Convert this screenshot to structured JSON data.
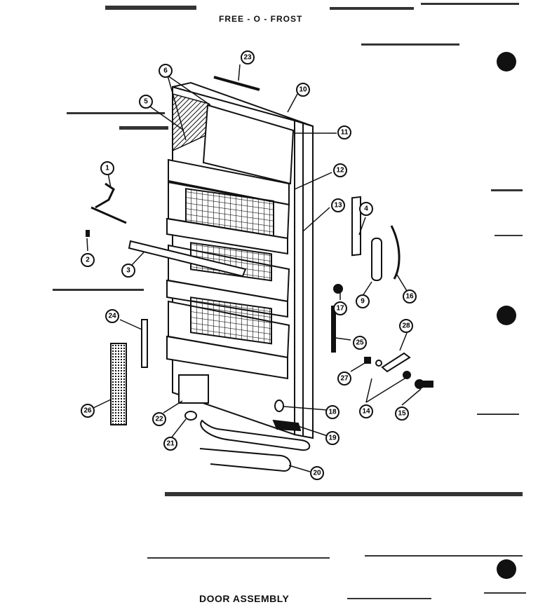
{
  "header": {
    "title": "FREE - O - FROST"
  },
  "footer": {
    "caption": "DOOR ASSEMBLY"
  },
  "callouts": [
    "1",
    "2",
    "3",
    "4",
    "5",
    "6",
    "9",
    "10",
    "11",
    "12",
    "13",
    "14",
    "15",
    "16",
    "17",
    "18",
    "19",
    "20",
    "21",
    "22",
    "23",
    "24",
    "25",
    "26",
    "27",
    "28"
  ],
  "colors": {
    "ink": "#111111",
    "paper": "#ffffff"
  }
}
